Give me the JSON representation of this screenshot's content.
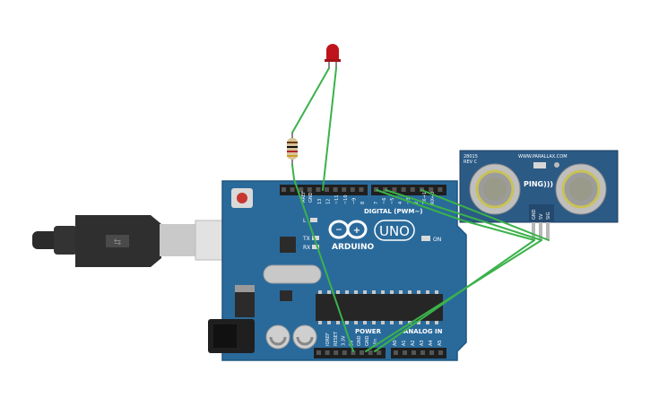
{
  "board": {
    "logo_text": "ARDUINO",
    "model": "UNO",
    "digital_header": "DIGITAL (PWM~)",
    "power_header": "POWER",
    "analog_header": "ANALOG IN",
    "on_label": "ON",
    "tx_label": "TX",
    "rx_label": "RX",
    "l_label": "L",
    "aref_label": "AREF",
    "gnd_top_label": "GND",
    "digital_pins": [
      "13",
      "12",
      "~11",
      "~10",
      "~9",
      "8",
      "7",
      "~6",
      "~5",
      "4",
      "~3",
      "2",
      "TX→1",
      "RX←0"
    ],
    "power_pins": [
      "IOREF",
      "RESET",
      "3.3V",
      "5V",
      "GND",
      "GND",
      "Vin"
    ],
    "analog_pins": [
      "A0",
      "A1",
      "A2",
      "A3",
      "A4",
      "A5"
    ]
  },
  "sensor": {
    "part_number": "28015",
    "revision": "REV C",
    "website": "WWW.PARALLAX.COM",
    "brand": "PING)))",
    "pins": [
      "GND",
      "5V",
      "SIG"
    ]
  },
  "colors": {
    "board": "#2a6a9b",
    "board_dark": "#1f557f",
    "wire": "#3bb24a",
    "sensor_board": "#2b5a85",
    "led": "#c0141c",
    "usb_cable": "#2b2b2b"
  }
}
